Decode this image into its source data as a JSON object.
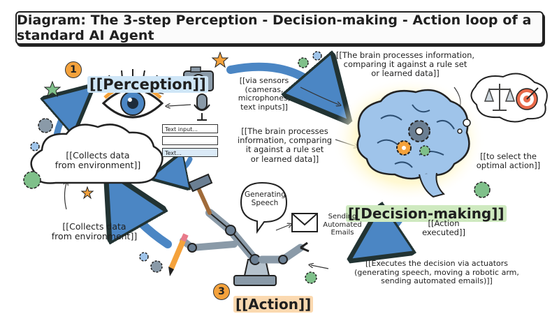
{
  "title": "Diagram: The 3-step Perception - Decision-making - Action loop of a standard AI Agent",
  "perception": {
    "number": "1",
    "label": "[[Perception]]",
    "sensors_note": "[[via sensors\n(cameras,\nmicrophones,\ntext inputs]]",
    "text_field_1": "Text input...",
    "text_field_2": "Text..."
  },
  "collects_cloud": "[[Collects data\nfrom environment]]",
  "collects_bottom": "[[Collects data\nfrom environment]]",
  "decision": {
    "label": "[[Decision-making]]",
    "note_top": "[[The brain processes information,\ncomparing it against a rule set\nor learned data]]",
    "note_left": "[[The brain processes\ninformation, comparing\nit against a rule set\nor learned data]]",
    "note_right": "[[to select the\noptimal action]]"
  },
  "action_executed": "[[Action\nexecuted]]",
  "action": {
    "number": "3",
    "label": "[[Action]]",
    "speech_bubble": "Generating\nSpeech",
    "email_label": "Sending\nAutomated\nEmails",
    "note": "[[Executes the decision via actuators\n(generating speech, moving a robotic arm,\nsending automated emails)]]"
  },
  "colors": {
    "arrow_blue": "#4b86c4",
    "orange": "#f4a23c",
    "green": "#7fc08a",
    "brain_blue": "#9fc4ea"
  }
}
